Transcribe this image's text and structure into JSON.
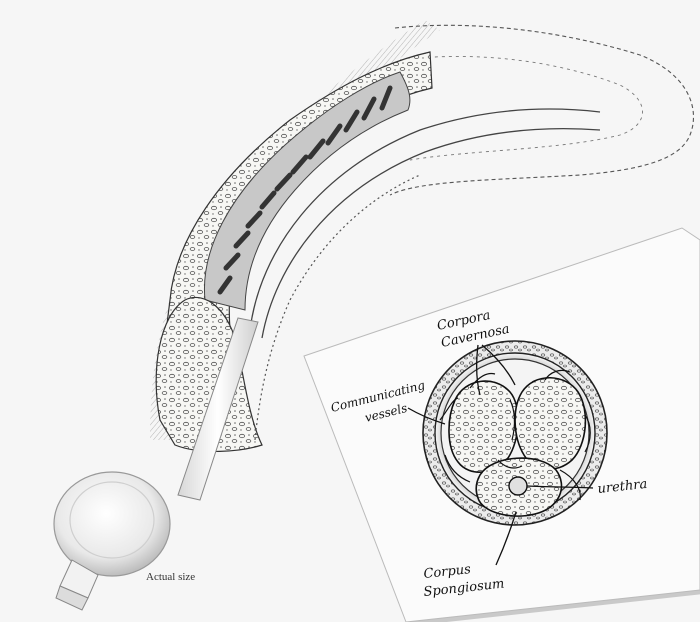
{
  "caption": "Actual size",
  "card": {
    "labels": {
      "corpora_cavernosa_line1": "Corpora",
      "corpora_cavernosa_line2": "Cavernosa",
      "communicating_line1": "Communicating",
      "communicating_line2": "vessels",
      "urethra": "urethra",
      "corpus_line1": "Corpus",
      "corpus_line2": "Spongiosum"
    }
  }
}
